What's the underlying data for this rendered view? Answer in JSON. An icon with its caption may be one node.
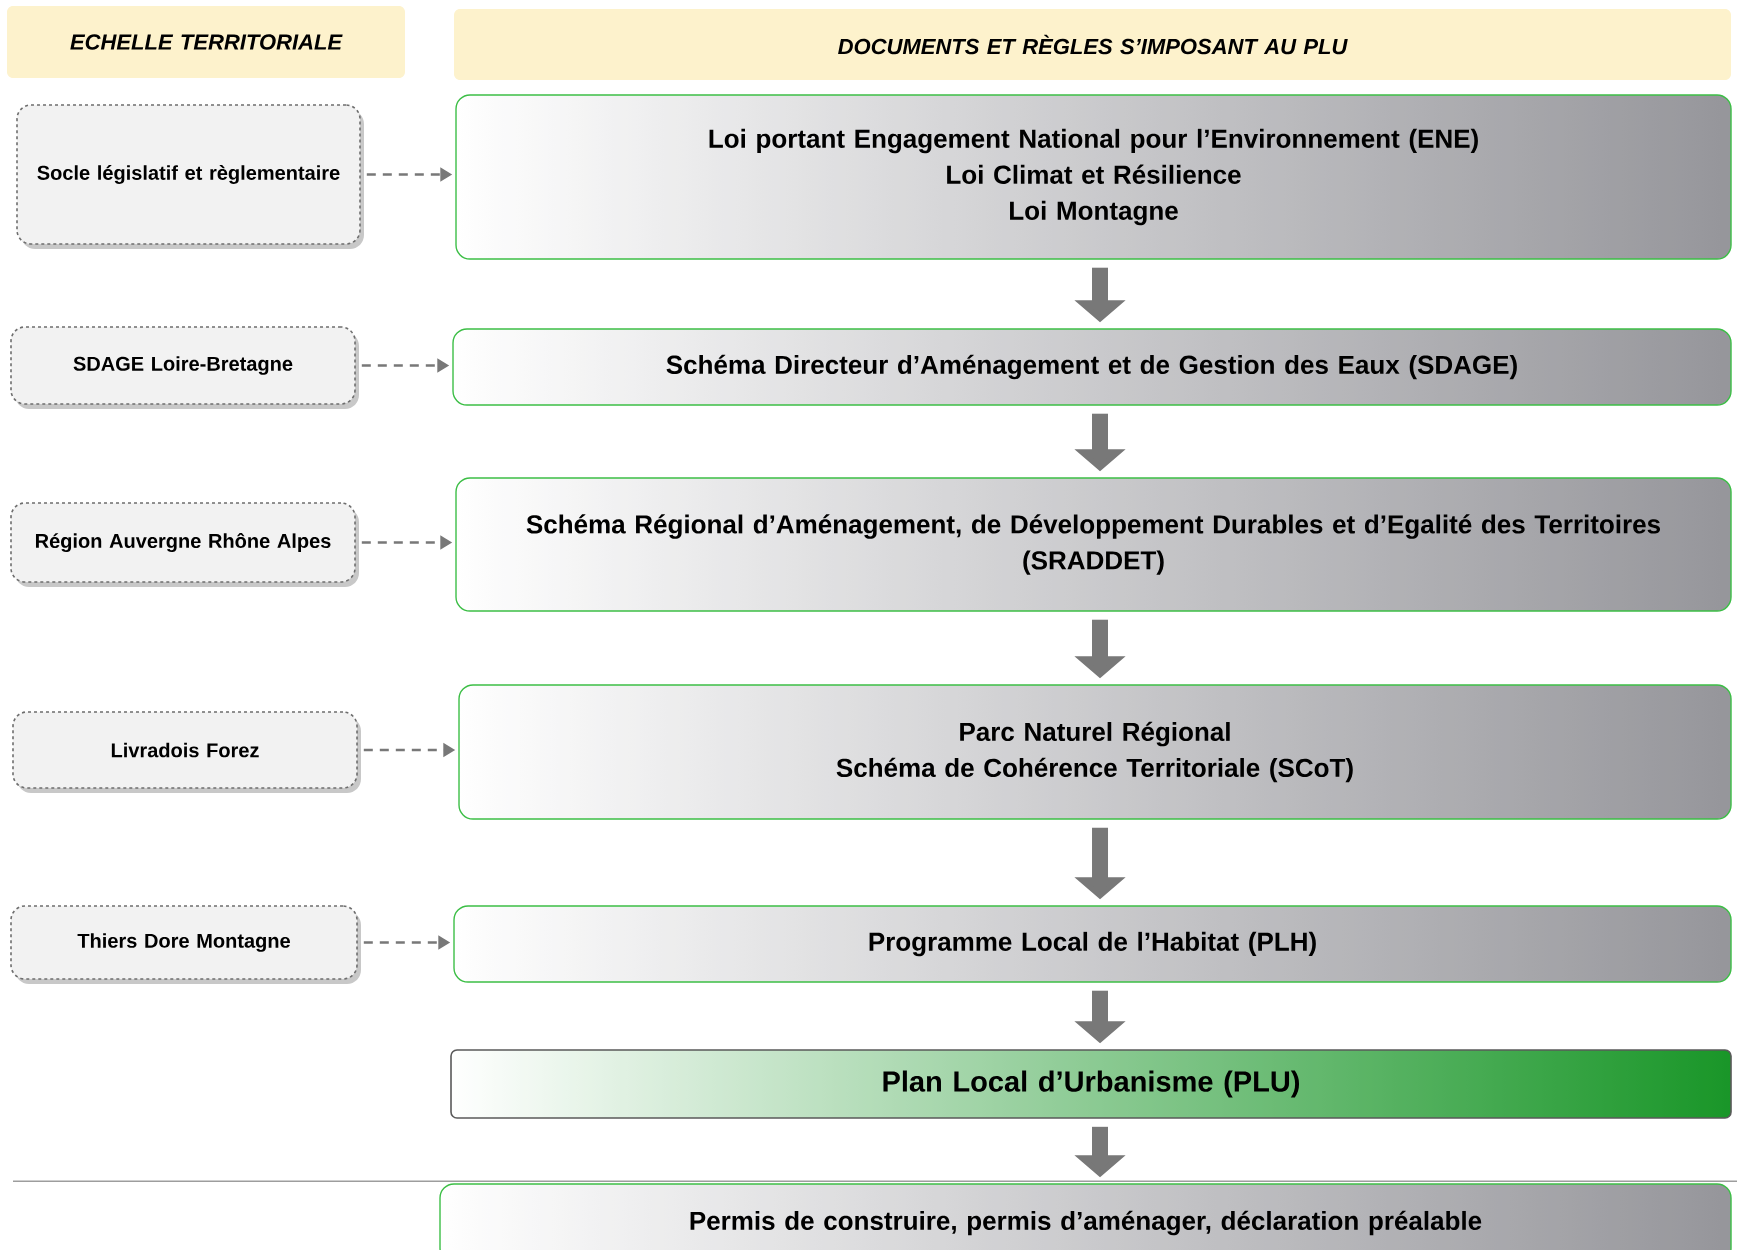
{
  "diagram": {
    "nodes": [
      {
        "text": [
          "ECHELLE TERRITORIALE"
        ]
      },
      {
        "text": [
          "DOCUMENTS ET RÈGLES S’IMPOSANT AU PLU"
        ]
      },
      {
        "text": [
          "Socle législatif et règlementaire"
        ]
      },
      {
        "text": [
          "Loi portant Engagement National pour l’Environnement (ENE)",
          "Loi Climat et Résilience",
          "Loi Montagne"
        ]
      },
      {
        "text": [
          "SDAGE Loire-Bretagne"
        ]
      },
      {
        "text": [
          "Schéma Directeur d’Aménagement et de Gestion des Eaux (SDAGE)"
        ]
      },
      {
        "text": [
          "Région Auvergne Rhône Alpes"
        ]
      },
      {
        "text": [
          "Schéma Régional d’Aménagement, de Développement Durables et d’Egalité des Territoires (SRADDET)"
        ]
      },
      {
        "text": [
          "Livradois Forez"
        ]
      },
      {
        "text": [
          "Parc Naturel Régional",
          "Schéma de Cohérence Territoriale (SCoT)"
        ]
      },
      {
        "text": [
          "Thiers Dore Montagne"
        ]
      },
      {
        "text": [
          "Programme Local de l’Habitat (PLH)"
        ]
      },
      {
        "text": [
          "Plan Local d’Urbanisme (PLU)"
        ]
      },
      {
        "text": [
          "Permis de construire, permis d’aménager, déclaration préalable"
        ]
      }
    ],
    "edges": [
      {
        "from": 2,
        "to": 3,
        "arrow": "to",
        "style": "dashed"
      },
      {
        "from": 4,
        "to": 5,
        "arrow": "to",
        "style": "dashed"
      },
      {
        "from": 6,
        "to": 7,
        "arrow": "to",
        "style": "dashed"
      },
      {
        "from": 8,
        "to": 9,
        "arrow": "to",
        "style": "dashed"
      },
      {
        "from": 10,
        "to": 11,
        "arrow": "to",
        "style": "dashed"
      },
      {
        "from": 3,
        "to": 5,
        "arrow": "to"
      },
      {
        "from": 5,
        "to": 7,
        "arrow": "to"
      },
      {
        "from": 7,
        "to": 9,
        "arrow": "to"
      },
      {
        "from": 9,
        "to": 11,
        "arrow": "to"
      },
      {
        "from": 11,
        "to": 12,
        "arrow": "to"
      },
      {
        "from": 12,
        "to": 13,
        "arrow": "to"
      }
    ]
  }
}
